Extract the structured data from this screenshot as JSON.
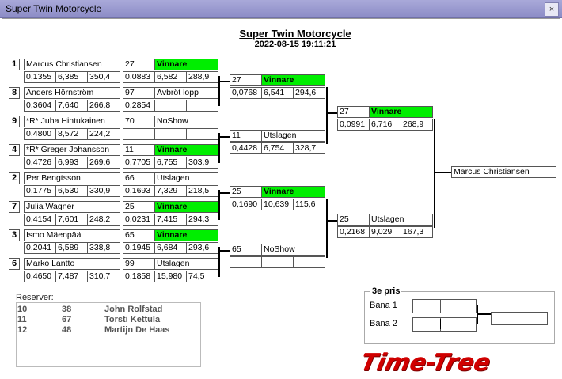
{
  "window": {
    "title": "Super Twin Motorcycle",
    "close_label": "×"
  },
  "header": {
    "title": "Super Twin Motorcycle",
    "datetime": "2022-08-15 19:11:21"
  },
  "round1": [
    {
      "seed": "1",
      "name": "Marcus Christiansen",
      "s1": "0,1355",
      "s2": "6,385",
      "s3": "350,4"
    },
    {
      "seed": "8",
      "name": "Anders Hörnström",
      "s1": "0,3604",
      "s2": "7,640",
      "s3": "266,8"
    },
    {
      "seed": "9",
      "name": "*R* Juha Hintukainen",
      "s1": "0,4800",
      "s2": "8,572",
      "s3": "224,2"
    },
    {
      "seed": "4",
      "name": "*R* Greger Johansson",
      "s1": "0,4726",
      "s2": "6,993",
      "s3": "269,6"
    },
    {
      "seed": "2",
      "name": "Per Bengtsson",
      "s1": "0,1775",
      "s2": "6,530",
      "s3": "330,9"
    },
    {
      "seed": "7",
      "name": "Julia Wagner",
      "s1": "0,4154",
      "s2": "7,601",
      "s3": "248,2"
    },
    {
      "seed": "3",
      "name": "Ismo Mäenpää",
      "s1": "0,2041",
      "s2": "6,589",
      "s3": "338,8"
    },
    {
      "seed": "6",
      "name": "Marko Lantto",
      "s1": "0,4650",
      "s2": "7,487",
      "s3": "310,7"
    }
  ],
  "round2": [
    {
      "num": "27",
      "status": "Vinnare",
      "win": true,
      "s1": "0,0883",
      "s2": "6,582",
      "s3": "288,9"
    },
    {
      "num": "97",
      "status": "Avbröt lopp",
      "win": false,
      "s1": "0,2854",
      "s2": "",
      "s3": ""
    },
    {
      "num": "70",
      "status": "NoShow",
      "win": false,
      "s1": "",
      "s2": "",
      "s3": ""
    },
    {
      "num": "11",
      "status": "Vinnare",
      "win": true,
      "s1": "0,7705",
      "s2": "6,755",
      "s3": "303,9"
    },
    {
      "num": "66",
      "status": "Utslagen",
      "win": false,
      "s1": "0,1693",
      "s2": "7,329",
      "s3": "218,5"
    },
    {
      "num": "25",
      "status": "Vinnare",
      "win": true,
      "s1": "0,0231",
      "s2": "7,415",
      "s3": "294,3"
    },
    {
      "num": "65",
      "status": "Vinnare",
      "win": true,
      "s1": "0,1945",
      "s2": "6,684",
      "s3": "293,6"
    },
    {
      "num": "99",
      "status": "Utslagen",
      "win": false,
      "s1": "0,1858",
      "s2": "15,980",
      "s3": "74,5"
    }
  ],
  "round3": [
    {
      "num": "27",
      "status": "Vinnare",
      "win": true,
      "s1": "0,0768",
      "s2": "6,541",
      "s3": "294,6"
    },
    {
      "num": "11",
      "status": "Utslagen",
      "win": false,
      "s1": "0,4428",
      "s2": "6,754",
      "s3": "328,7"
    },
    {
      "num": "25",
      "status": "Vinnare",
      "win": true,
      "s1": "0,1690",
      "s2": "10,639",
      "s3": "115,6"
    },
    {
      "num": "65",
      "status": "NoShow",
      "win": false,
      "s1": "",
      "s2": "",
      "s3": ""
    }
  ],
  "round4": [
    {
      "num": "27",
      "status": "Vinnare",
      "win": true,
      "s1": "0,0991",
      "s2": "6,716",
      "s3": "268,9"
    },
    {
      "num": "25",
      "status": "Utslagen",
      "win": false,
      "s1": "0,2168",
      "s2": "9,029",
      "s3": "167,3"
    }
  ],
  "winner": {
    "name": "Marcus Christiansen"
  },
  "reserves": {
    "label": "Reserver:",
    "rows": [
      {
        "pos": "10",
        "num": "38",
        "name": "John Rolfstad"
      },
      {
        "pos": "11",
        "num": "67",
        "name": "Torsti Kettula"
      },
      {
        "pos": "12",
        "num": "48",
        "name": "Martijn De Haas"
      }
    ]
  },
  "third_prize": {
    "label": "3e pris",
    "lane1": "Bana 1",
    "lane2": "Bana 2"
  },
  "logo": {
    "text": "Time-Tree"
  },
  "colors": {
    "winner_green": "#00ee00",
    "titlebar": "#a9a9d9",
    "logo_red": "#d00000"
  }
}
